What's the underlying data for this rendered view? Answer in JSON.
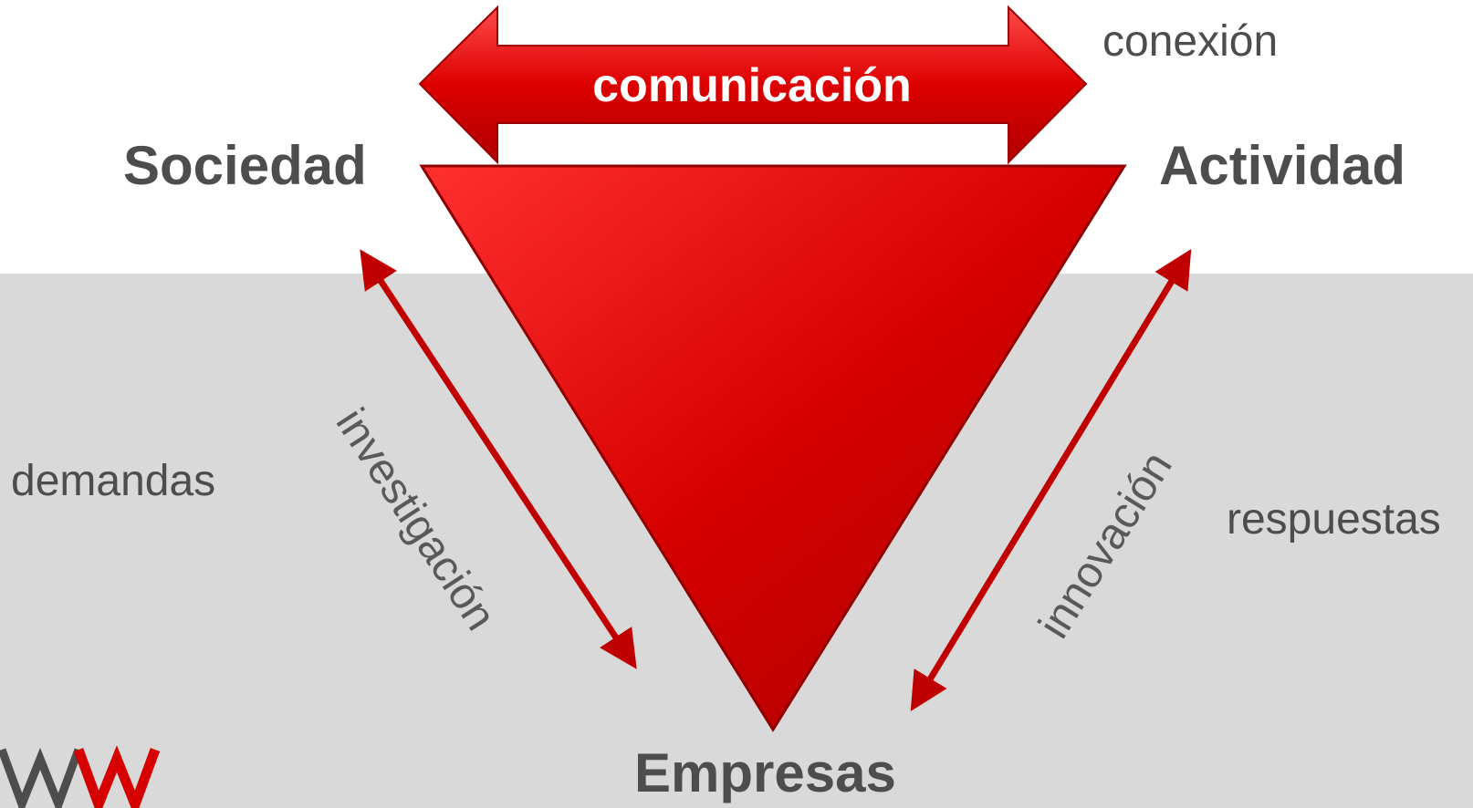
{
  "nodes": {
    "sociedad": "Sociedad",
    "actividad": "Actividad",
    "empresas": "Empresas"
  },
  "edges": {
    "top": "comunicación",
    "left": "investigación",
    "right": "innovación"
  },
  "side_labels": {
    "conexion": "conexión",
    "demandas": "demandas",
    "respuestas": "respuestas"
  },
  "colors": {
    "accent_red": "#d60000",
    "band_gray": "#d9d9d9",
    "text_gray": "#4d4d4d"
  },
  "icons": {
    "logo": "wv-logo-icon"
  }
}
